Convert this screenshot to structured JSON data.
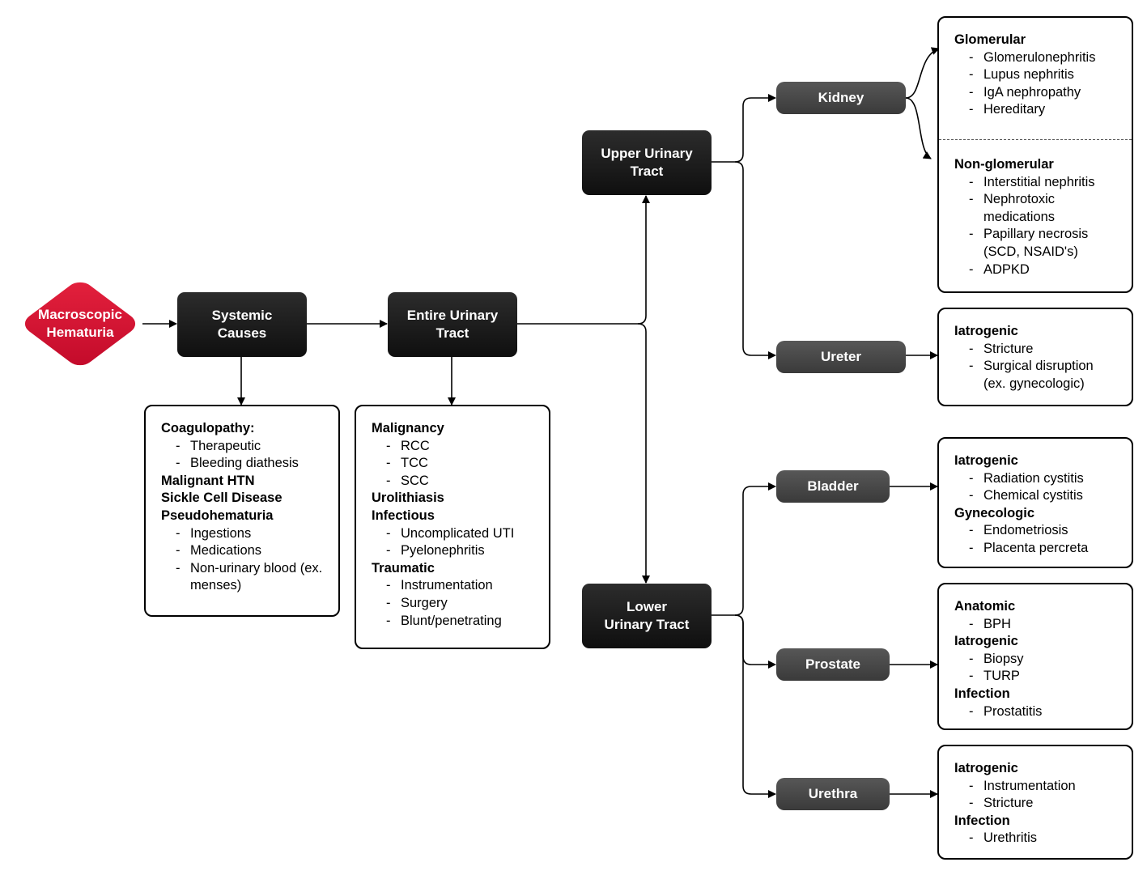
{
  "nodes": {
    "start": "Macroscopic\nHematuria",
    "systemic": "Systemic\nCauses",
    "entire": "Entire Urinary\nTract",
    "upper": "Upper Urinary\nTract",
    "lower": "Lower\nUrinary Tract",
    "kidney": "Kidney",
    "ureter": "Ureter",
    "bladder": "Bladder",
    "prostate": "Prostate",
    "urethra": "Urethra"
  },
  "boxes": {
    "systemic": [
      {
        "title": "Coagulopathy:",
        "items": [
          "Therapeutic",
          "Bleeding diathesis"
        ]
      },
      {
        "title": "Malignant HTN",
        "items": []
      },
      {
        "title": "Sickle Cell Disease",
        "items": []
      },
      {
        "title": "Pseudohematuria",
        "items": [
          "Ingestions",
          "Medications",
          "Non-urinary blood (ex. menses)"
        ]
      }
    ],
    "entire": [
      {
        "title": "Malignancy",
        "items": [
          "RCC",
          "TCC",
          "SCC"
        ]
      },
      {
        "title": "Urolithiasis",
        "items": []
      },
      {
        "title": "Infectious",
        "items": [
          "Uncomplicated UTI",
          "Pyelonephritis"
        ]
      },
      {
        "title": "Traumatic",
        "items": [
          "Instrumentation",
          "Surgery",
          "Blunt/penetrating"
        ]
      }
    ],
    "kidney_glomerular": [
      {
        "title": "Glomerular",
        "items": [
          "Glomerulonephritis",
          "Lupus nephritis",
          "IgA nephropathy",
          "Hereditary"
        ]
      }
    ],
    "kidney_nonglomerular": [
      {
        "title": "Non-glomerular",
        "items": [
          "Interstitial nephritis",
          "Nephrotoxic medications",
          "Papillary necrosis (SCD, NSAID's)",
          "ADPKD"
        ]
      }
    ],
    "ureter": [
      {
        "title": "Iatrogenic",
        "items": [
          "Stricture",
          "Surgical disruption (ex. gynecologic)"
        ]
      }
    ],
    "bladder": [
      {
        "title": "Iatrogenic",
        "items": [
          "Radiation cystitis",
          "Chemical cystitis"
        ]
      },
      {
        "title": "Gynecologic",
        "items": [
          "Endometriosis",
          "Placenta percreta"
        ]
      }
    ],
    "prostate": [
      {
        "title": "Anatomic",
        "items": [
          "BPH"
        ]
      },
      {
        "title": "Iatrogenic",
        "items": [
          "Biopsy",
          "TURP"
        ]
      },
      {
        "title": "Infection",
        "items": [
          "Prostatitis"
        ]
      }
    ],
    "urethra": [
      {
        "title": "Iatrogenic",
        "items": [
          "Instrumentation",
          "Stricture"
        ]
      },
      {
        "title": "Infection",
        "items": [
          "Urethritis"
        ]
      }
    ]
  },
  "colors": {
    "start_node": "#d0102f",
    "process_node": "#1a1a1a",
    "site_node": "#4a4a4a",
    "line": "#000000"
  }
}
